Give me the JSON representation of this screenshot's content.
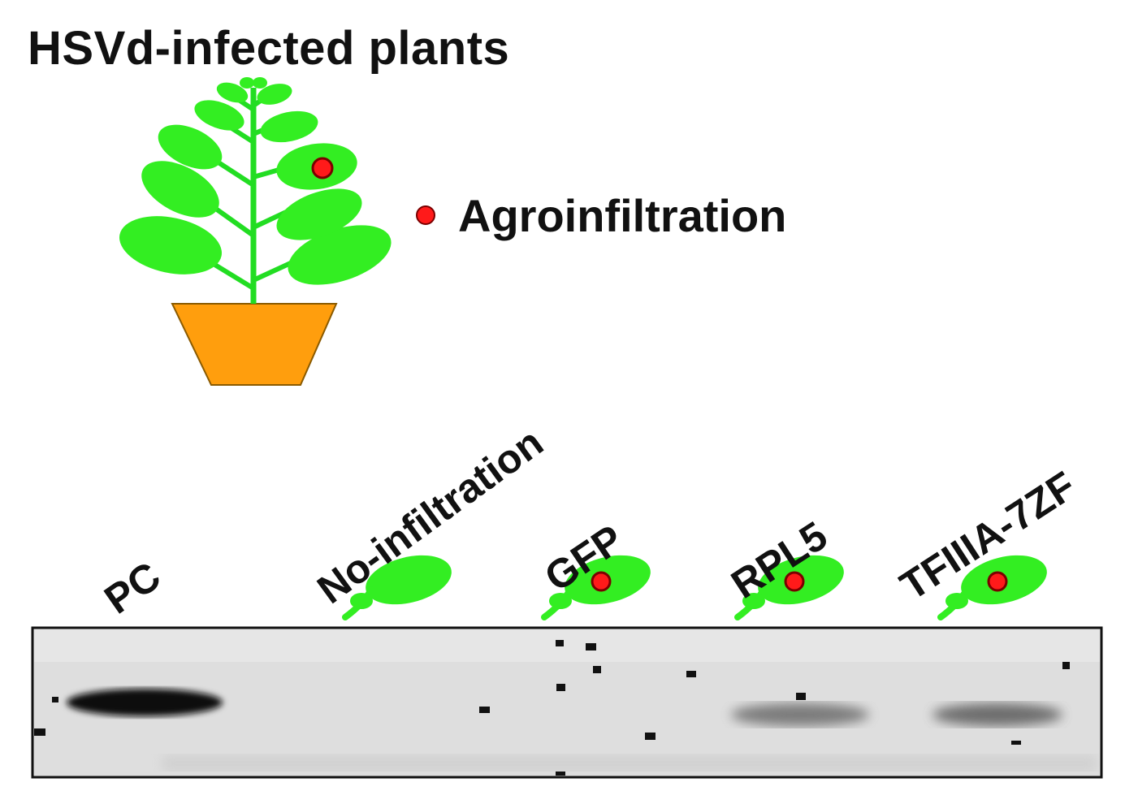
{
  "title": "HSVd-infected plants",
  "legend": {
    "label": "Agroinfiltration",
    "marker_color": "#ff1a1a"
  },
  "lanes": [
    {
      "label": "PC",
      "leaf": false,
      "dot": false
    },
    {
      "label": "No-infiltration",
      "leaf": true,
      "dot": false
    },
    {
      "label": "GFP",
      "leaf": true,
      "dot": true
    },
    {
      "label": "RPL5",
      "leaf": true,
      "dot": true
    },
    {
      "label": "TFIIIA-7ZF",
      "leaf": true,
      "dot": true
    }
  ],
  "colors": {
    "leaf": "#33ee22",
    "stem": "#22dd22",
    "pot": "#ff9e0d",
    "dot": "#ff1a1a",
    "blot_bg": "#dedede"
  }
}
